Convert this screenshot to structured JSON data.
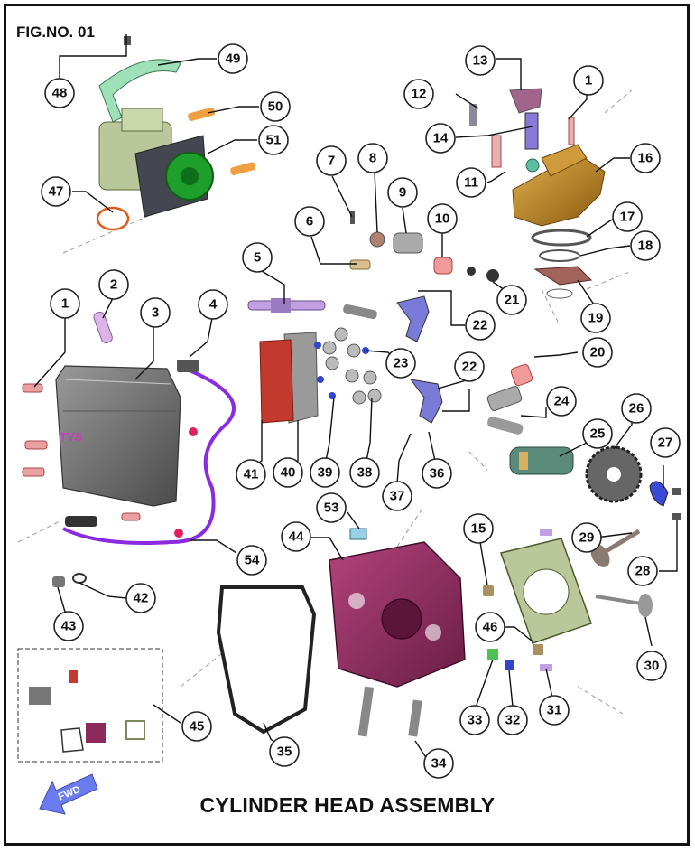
{
  "figure_number": "FIG.NO. 01",
  "title": "CYLINDER HEAD ASSEMBLY",
  "fwd_label": "FWD",
  "cover_logo": "TVS",
  "callouts": [
    "1",
    "2",
    "3",
    "4",
    "5",
    "6",
    "7",
    "8",
    "9",
    "10",
    "11",
    "12",
    "13",
    "14",
    "16",
    "17",
    "18",
    "19",
    "20",
    "21",
    "22",
    "23",
    "24",
    "25",
    "26",
    "27",
    "28",
    "29",
    "30",
    "31",
    "32",
    "33",
    "34",
    "35",
    "36",
    "37",
    "38",
    "39",
    "40",
    "41",
    "42",
    "43",
    "44",
    "45",
    "46",
    "47",
    "48",
    "49",
    "50",
    "51",
    "53",
    "54",
    "15"
  ],
  "colors": {
    "cover": "#6d6d6d",
    "head": "#8c2a5c",
    "manifold": "#b8862a",
    "throttle_body": "#b9c79a",
    "gasket_red": "#c23a2e",
    "wire": "#8a2be2",
    "fwd_arrow": "#6a7cf0"
  }
}
